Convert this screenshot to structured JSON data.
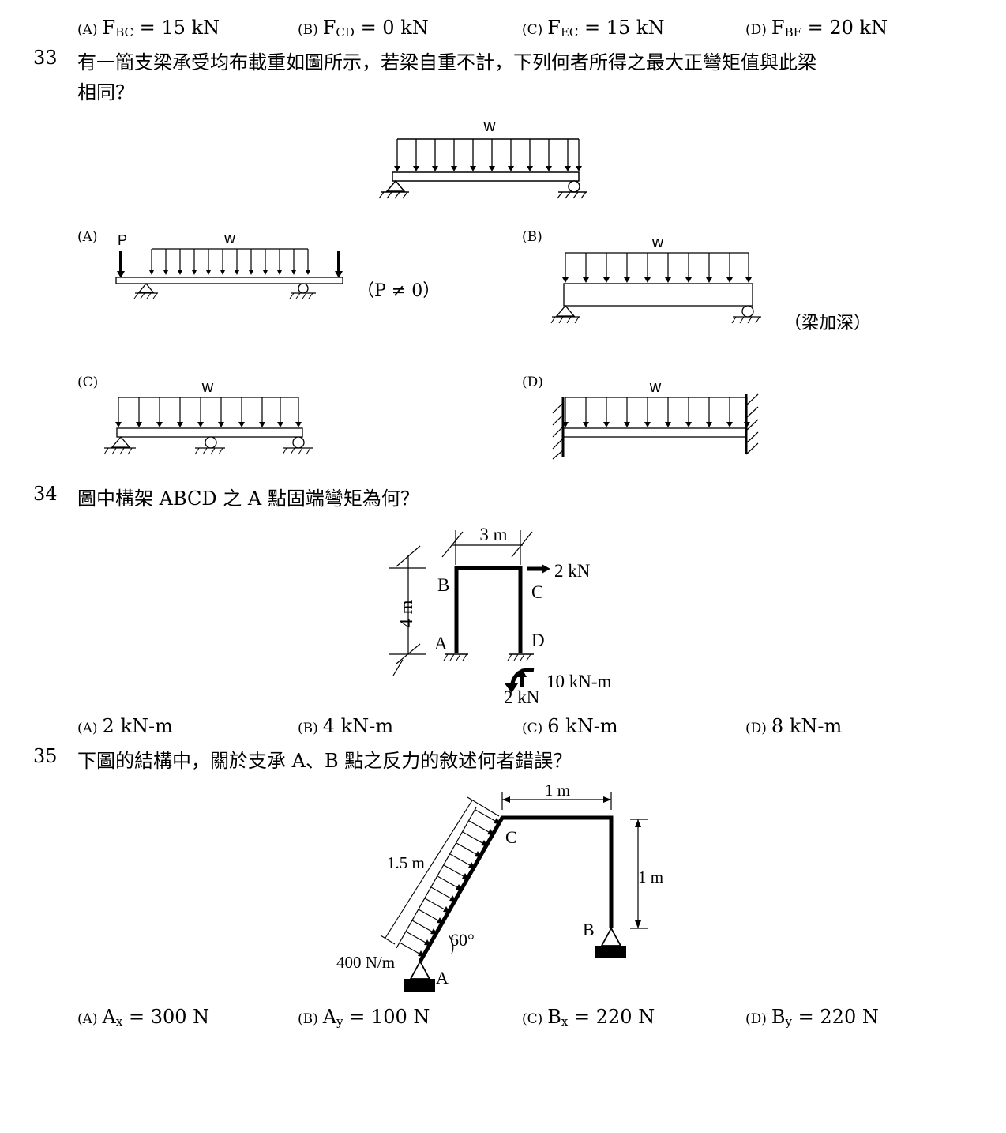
{
  "q32_options": {
    "a_mark": "(A)",
    "a_lhs": "F",
    "a_sub": "BC",
    "a_rhs": " = 15 kN",
    "b_mark": "(B)",
    "b_lhs": "F",
    "b_sub": "CD",
    "b_rhs": " = 0 kN",
    "c_mark": "(C)",
    "c_lhs": "F",
    "c_sub": "EC",
    "c_rhs": " = 15 kN",
    "d_mark": "(D)",
    "d_lhs": "F",
    "d_sub": "BF",
    "d_rhs": " = 20 kN"
  },
  "q33": {
    "number": "33",
    "line1": "有一簡支梁承受均布載重如圖所示，若梁自重不計，下列何者所得之最大正彎矩值與此梁",
    "line2": "相同？",
    "fig_load_label": "w",
    "opt_a_mark": "(A)",
    "opt_a_p": "P",
    "opt_a_w": "w",
    "opt_a_note": "（P ≠ 0）",
    "opt_b_mark": "(B)",
    "opt_b_w": "w",
    "opt_b_note": "（梁加深）",
    "opt_c_mark": "(C)",
    "opt_c_w": "w",
    "opt_d_mark": "(D)",
    "opt_d_w": "w"
  },
  "q34": {
    "number": "34",
    "text": "圖中構架 ABCD 之 A 點固端彎矩為何？",
    "fig": {
      "dim_top": "3 m",
      "dim_left": "4 m",
      "force_c": "2 kN",
      "label_a": "A",
      "label_b": "B",
      "label_c": "C",
      "label_d": "D",
      "moment": "10 kN-m",
      "force_d": "2 kN"
    },
    "options": {
      "a_mark": "(A)",
      "a_text": "2 kN-m",
      "b_mark": "(B)",
      "b_text": "4 kN-m",
      "c_mark": "(C)",
      "c_text": "6 kN-m",
      "d_mark": "(D)",
      "d_text": "8 kN-m"
    }
  },
  "q35": {
    "number": "35",
    "text": "下圖的結構中，關於支承 A、B 點之反力的敘述何者錯誤？",
    "fig": {
      "dim_top": "1 m",
      "dim_right": "1 m",
      "dim_incl": "1.5 m",
      "angle": "60°",
      "load": "400 N/m",
      "label_a": "A",
      "label_b": "B",
      "label_c": "C"
    },
    "options": {
      "a_mark": "(A)",
      "a_lhs": "A",
      "a_sub": "x",
      "a_rhs": " = 300 N",
      "b_mark": "(B)",
      "b_lhs": "A",
      "b_sub": "y",
      "b_rhs": " = 100 N",
      "c_mark": "(C)",
      "c_lhs": "B",
      "c_sub": "x",
      "c_rhs": " = 220 N",
      "d_mark": "(D)",
      "d_lhs": "B",
      "d_sub": "y",
      "d_rhs": " = 220 N"
    }
  }
}
